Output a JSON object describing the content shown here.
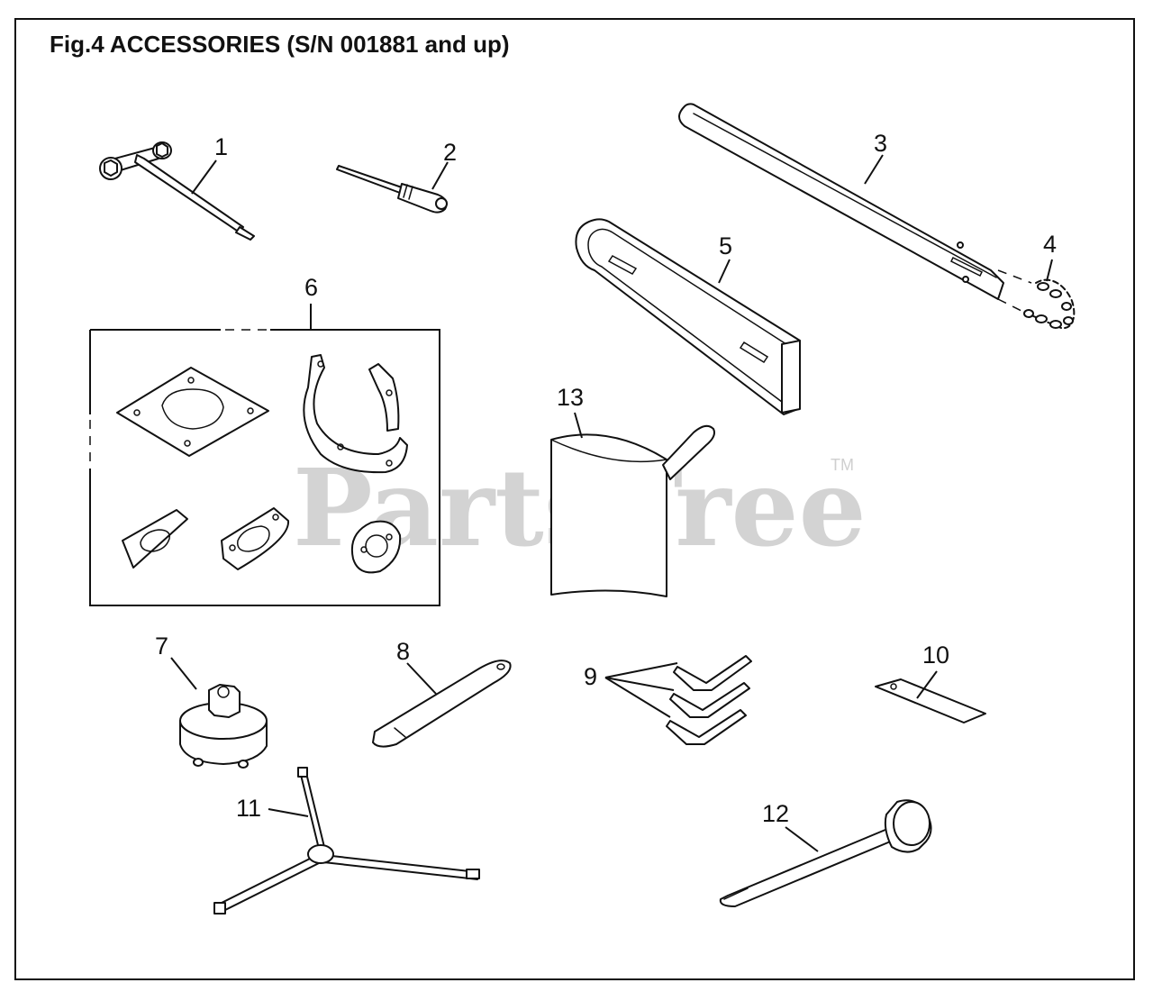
{
  "figure": {
    "title": "Fig.4 ACCESSORIES (S/N 001881 and up)",
    "watermark": "PartsTree",
    "trademark": "TM"
  },
  "callouts": [
    "1",
    "2",
    "3",
    "4",
    "5",
    "6",
    "7",
    "8",
    "9",
    "10",
    "11",
    "12",
    "13"
  ],
  "colors": {
    "ink": "#111111",
    "watermark": "#d3d3d3",
    "background": "#ffffff"
  }
}
